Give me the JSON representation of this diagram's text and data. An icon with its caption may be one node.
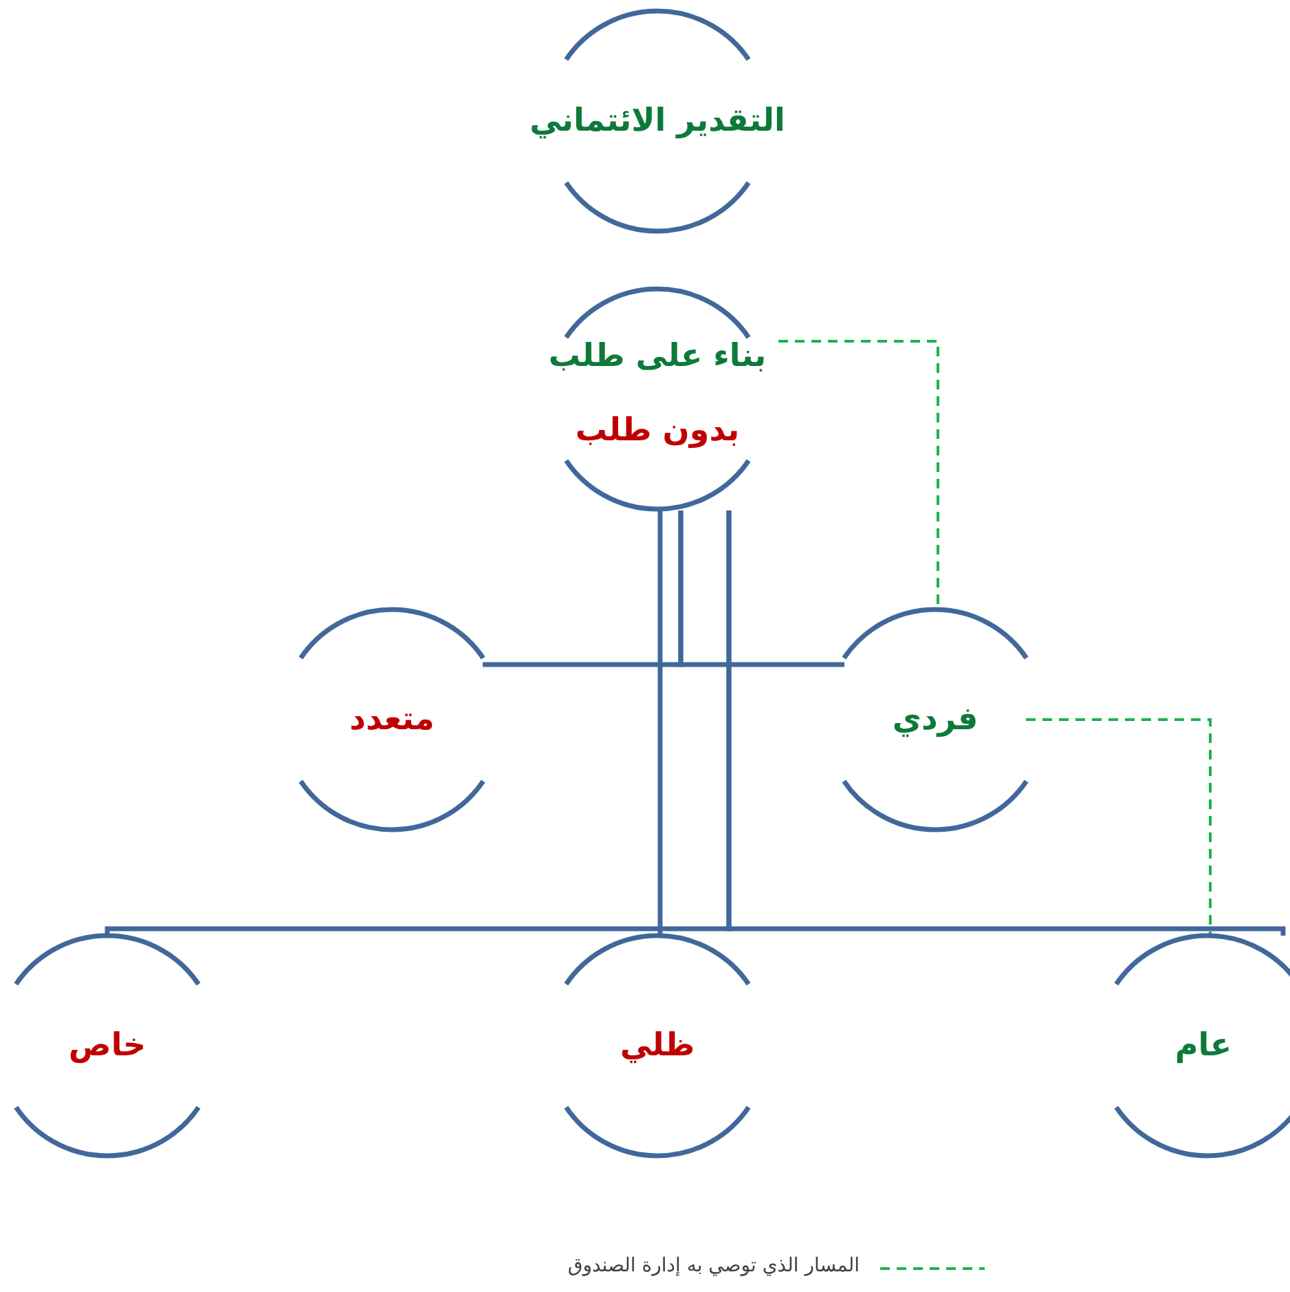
{
  "diagram": {
    "nodes": [
      {
        "text": [
          "التقدير الائتماني"
        ]
      },
      {
        "text": [
          "بناء على طلب"
        ]
      },
      {
        "text": [
          "بدون طلب"
        ]
      },
      {
        "text": [
          "متعدد"
        ]
      },
      {
        "text": [
          "فردي"
        ]
      },
      {
        "text": [
          "خاص"
        ]
      },
      {
        "text": [
          "ظلي"
        ]
      },
      {
        "text": [
          "عام"
        ]
      }
    ],
    "edges": [
      {
        "from": 2,
        "to": 6,
        "arrow": "none"
      },
      {
        "from": 2,
        "to": 3,
        "arrow": "none"
      },
      {
        "from": 2,
        "to": 4,
        "arrow": "none"
      },
      {
        "from": 2,
        "to": 5,
        "arrow": "none"
      },
      {
        "from": 2,
        "to": 7,
        "arrow": "none"
      },
      {
        "from": 1,
        "to": 4,
        "arrow": "none",
        "style": "dashed",
        "color": "#1fb24a"
      },
      {
        "from": 4,
        "to": 7,
        "arrow": "none",
        "style": "dashed",
        "color": "#1fb24a"
      }
    ],
    "legend": [
      {
        "text": "المسار الذي توصي به إدارة الصندوق"
      }
    ]
  }
}
